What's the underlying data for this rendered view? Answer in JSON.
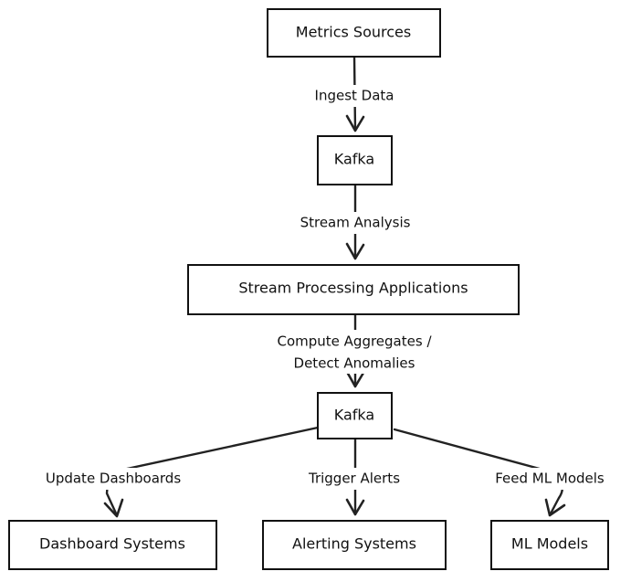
{
  "nodes": {
    "metrics_sources": "Metrics Sources",
    "kafka_ingest": "Kafka",
    "stream_processing": "Stream Processing Applications",
    "kafka_output": "Kafka",
    "dashboard_systems": "Dashboard Systems",
    "alerting_systems": "Alerting Systems",
    "ml_models": "ML Models"
  },
  "edges": {
    "ingest_data": "Ingest Data",
    "stream_analysis": "Stream Analysis",
    "compute_line1": "Compute Aggregates /",
    "compute_line2": "Detect Anomalies",
    "update_dashboards": "Update Dashboards",
    "trigger_alerts": "Trigger Alerts",
    "feed_ml_models": "Feed ML Models"
  }
}
